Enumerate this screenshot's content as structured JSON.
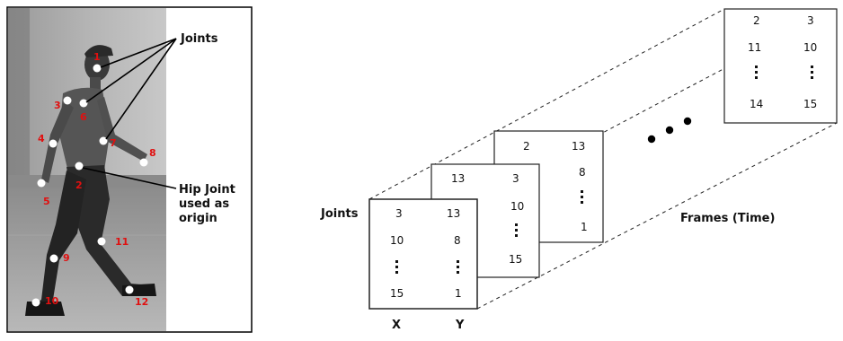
{
  "photo_labels": {
    "joints": "Joints",
    "hip_line1": "Hip Joint",
    "hip_line2": "used as",
    "hip_line3": "origin"
  },
  "joints": [
    {
      "id": "1"
    },
    {
      "id": "2"
    },
    {
      "id": "3"
    },
    {
      "id": "4"
    },
    {
      "id": "5"
    },
    {
      "id": "6"
    },
    {
      "id": "7"
    },
    {
      "id": "8"
    },
    {
      "id": "9"
    },
    {
      "id": "10"
    },
    {
      "id": "11"
    },
    {
      "id": "12"
    }
  ],
  "frames_diagram": {
    "joints_label": "Joints",
    "frames_label": "Frames (Time)",
    "x_label": "X",
    "y_label": "Y",
    "front_frame": {
      "x": [
        "3",
        "10",
        "15"
      ],
      "y": [
        "13",
        "8",
        "1"
      ]
    },
    "second_frame": {
      "x": [
        "13",
        "10",
        "15"
      ],
      "y": [
        "3"
      ]
    },
    "third_frame": {
      "x": [
        "2"
      ],
      "y": [
        "13",
        "8",
        "1"
      ]
    },
    "last_frame": {
      "x": [
        "2",
        "11",
        "14"
      ],
      "y": [
        "3",
        "10",
        "15"
      ]
    }
  },
  "colors": {
    "joint_label": "#e01010",
    "joint_dot": "#ffffff",
    "background": "#ffffff"
  }
}
